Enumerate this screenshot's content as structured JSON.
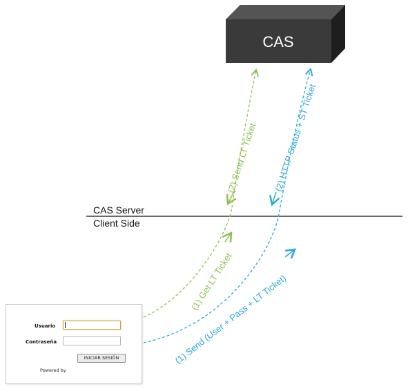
{
  "cas_box": {
    "label": "CAS"
  },
  "boundary": {
    "server_label": "CAS Server",
    "client_label": "Client Side"
  },
  "flows": {
    "get_lt_ticket": "(1) Get LT Ticket",
    "send_lt_ticket": "(2) Send LT Ticket",
    "send_credentials": "(1) Send (User + Pass + LT Ticket)",
    "http_status": "(2) HTTP Status + ST Ticket"
  },
  "login_form": {
    "user_label": "Usuario",
    "password_label": "Contraseña",
    "user_value": "",
    "password_value": "",
    "submit_label": "INICIAR SESIÓN",
    "footer": "Powered by"
  },
  "colors": {
    "green_flow": "#8cc152",
    "blue_flow": "#29a8d6",
    "cas_box_front": "#3b3a3a",
    "cas_box_side": "#1f1e1e",
    "cas_box_top": "#555454"
  }
}
